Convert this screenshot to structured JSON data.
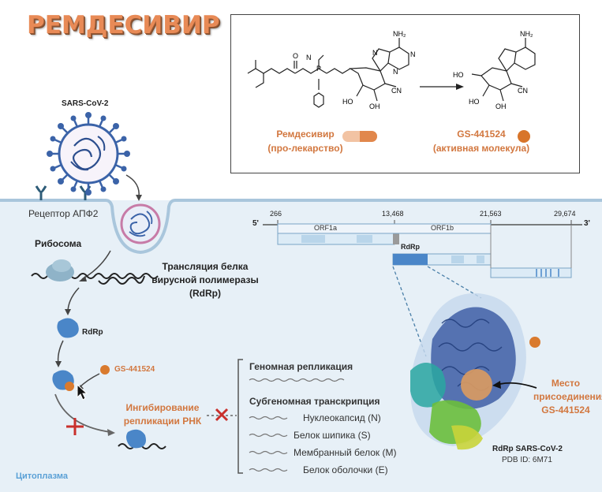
{
  "title": "РЕМДЕСИВИР",
  "chem": {
    "nh2_left": "NH₂",
    "n_left_1": "N",
    "n_left_2": "N",
    "n_left_3": "N",
    "o_label": "O",
    "p_label": "P",
    "nh_label": "N",
    "ho_left_1": "HO",
    "oh_left_1": "OH",
    "cn_left": "CN",
    "nh2_right": "NH₂",
    "ho_right_1": "HO",
    "ho_right_2": "HO",
    "oh_right": "OH",
    "cn_right": "CN",
    "remdesivir_label": "Ремдесивир",
    "prodrug_label": "(про-лекарство)",
    "gs_label": "GS-441524",
    "active_label": "(активная молекула)"
  },
  "virus_label": "SARS-CoV-2",
  "ace2_label": "Рецептор АПФ2",
  "ribosome_label": "Рибосома",
  "translation_label": [
    "Трансляция белка",
    "вирусной полимеразы",
    "(RdRp)"
  ],
  "rdrp_label_1": "RdRp",
  "gs_small_label": "GS-441524",
  "inhibition_label": [
    "Ингибирование",
    "репликации РНК"
  ],
  "cytoplasm_label": "Цитоплазма",
  "replication": {
    "genomic": "Геномная репликация",
    "subgenomic": "Субгеномная транскрипция",
    "items": [
      "Нуклеокапсид (N)",
      "Белок шипика (S)",
      "Мембранный белок (M)",
      "Белок оболочки (E)"
    ]
  },
  "genome": {
    "five_prime": "5'",
    "three_prime": "3'",
    "positions": [
      "266",
      "13,468",
      "21,563",
      "29,674"
    ],
    "orf1a": "ORF1a",
    "orf1b": "ORF1b",
    "rdrp": "RdRp"
  },
  "binding_site_label": [
    "Место",
    "присоединения",
    "GS-441524"
  ],
  "pdb": {
    "name": "RdRp SARS-CoV-2",
    "id": "PDB ID: 6M71"
  },
  "colors": {
    "accent_orange": "#d2773f",
    "cytoplasm_bg": "#e7f0f7",
    "membrane": "#a9c6dc",
    "rdrp_blue": "#4a86c8",
    "virus_blue": "#3b63a8"
  }
}
